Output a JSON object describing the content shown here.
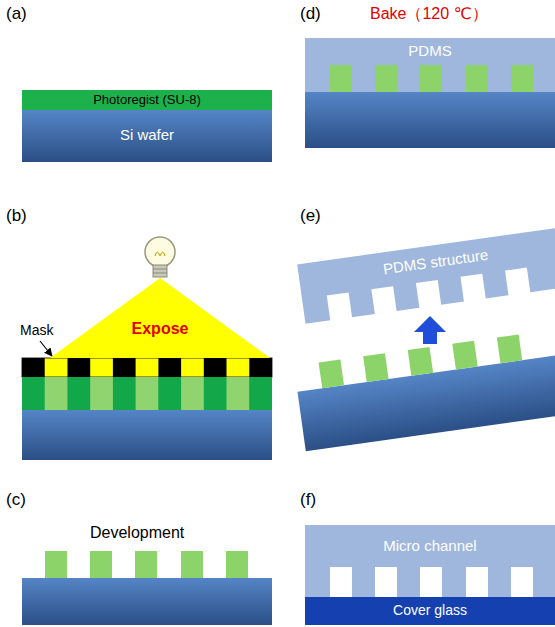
{
  "diagram": {
    "nodes": [
      {
        "text": [
          "Photoregist (SU-8)"
        ]
      },
      {
        "text": [
          "Si wafer"
        ]
      },
      {
        "text": [
          "Expose"
        ]
      },
      {
        "text": [
          "PDMS"
        ]
      },
      {
        "text": [
          "PDMS structure"
        ]
      },
      {
        "text": [
          "Micro channel"
        ]
      },
      {
        "text": [
          "Cover glass"
        ]
      }
    ],
    "labels": [
      "(a)",
      "(b)",
      "Mask",
      "(c)",
      "Development",
      "(d)",
      "Bake（120 ℃）",
      "(e)",
      "(f)"
    ]
  }
}
